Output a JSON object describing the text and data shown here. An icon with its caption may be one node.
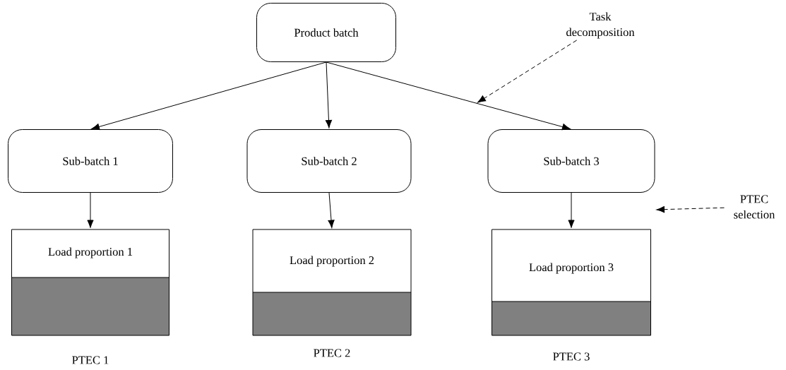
{
  "diagram": {
    "nodes": [
      {
        "text": [
          "Product batch"
        ]
      },
      {
        "text": [
          "Sub-batch 1"
        ]
      },
      {
        "text": [
          "Sub-batch 2"
        ]
      },
      {
        "text": [
          "Sub-batch 3"
        ]
      },
      {
        "text": [
          "Load proportion 1"
        ],
        "beside": [
          "PTEC 1"
        ]
      },
      {
        "text": [
          "Load proportion 2"
        ],
        "beside": [
          "PTEC 2"
        ]
      },
      {
        "text": [
          "Load proportion 3"
        ],
        "beside": [
          "PTEC 3"
        ]
      },
      {
        "text": [
          "Task decomposition"
        ]
      },
      {
        "text": [
          "PTEC selection"
        ]
      }
    ],
    "edges": [
      {
        "from": 0,
        "to": 1,
        "arrow": "to"
      },
      {
        "from": 0,
        "to": 2,
        "arrow": "to"
      },
      {
        "from": 0,
        "to": 3,
        "arrow": "to"
      },
      {
        "from": 1,
        "to": 4,
        "arrow": "to"
      },
      {
        "from": 2,
        "to": 5,
        "arrow": "to"
      },
      {
        "from": 3,
        "to": 6,
        "arrow": "to"
      },
      {
        "from": 7,
        "to": null,
        "arrow": "to",
        "style": "dashed"
      },
      {
        "from": 8,
        "to": null,
        "arrow": "to",
        "style": "dashed"
      }
    ]
  }
}
